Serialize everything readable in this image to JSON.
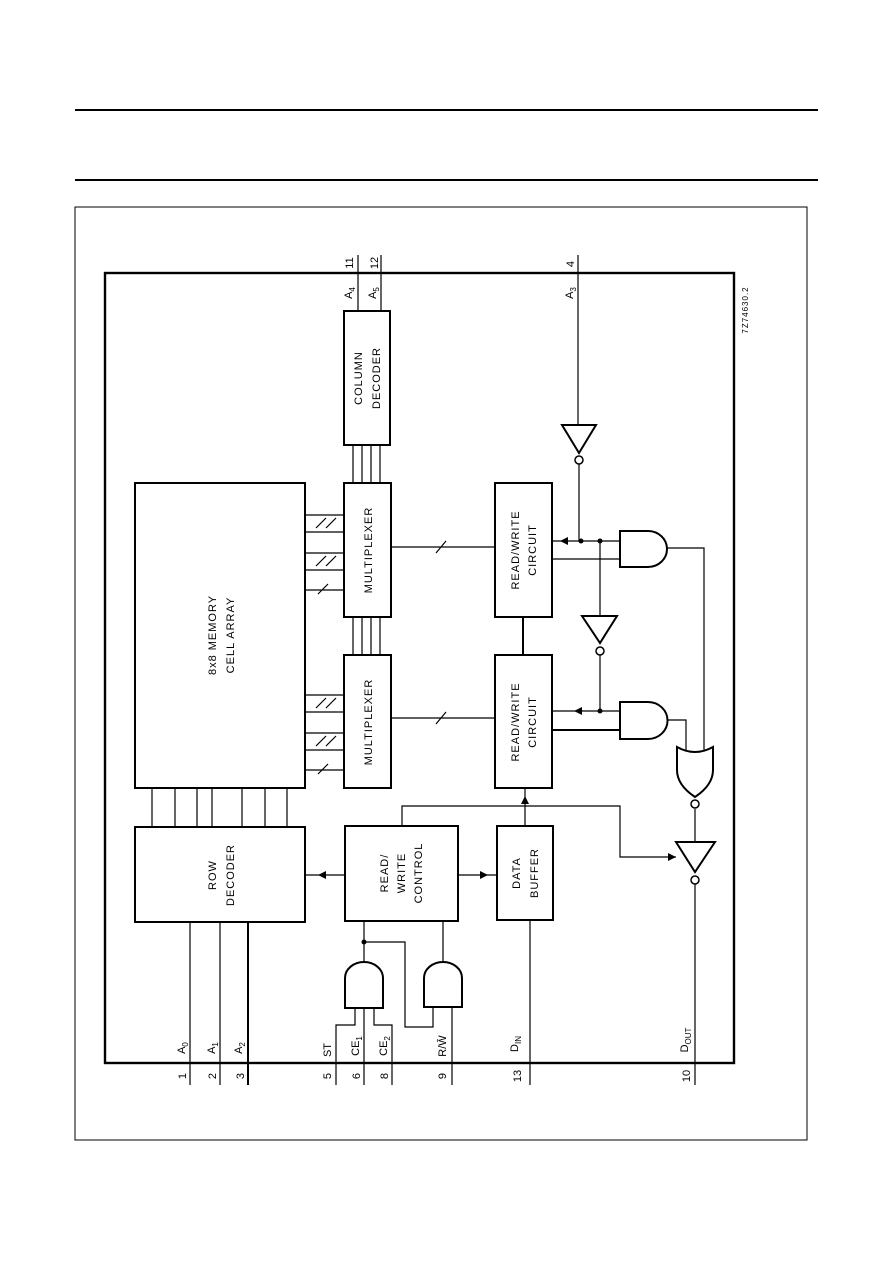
{
  "figure_code": "7Z74630.2",
  "blocks": {
    "memory": [
      "8x8 MEMORY",
      "CELL ARRAY"
    ],
    "row_decoder": [
      "ROW",
      "DECODER"
    ],
    "column_decoder": [
      "COLUMN",
      "DECODER"
    ],
    "multiplexer_top": "MULTIPLEXER",
    "multiplexer_bottom": "MULTIPLEXER",
    "rw_circuit_top": [
      "READ/WRITE",
      "CIRCUIT"
    ],
    "rw_circuit_bottom": [
      "READ/WRITE",
      "CIRCUIT"
    ],
    "rw_control": [
      "READ/",
      "WRITE",
      "CONTROL"
    ],
    "data_buffer": [
      "DATA",
      "BUFFER"
    ]
  },
  "pins": {
    "a0": {
      "num": "1",
      "name": "A",
      "sub": "0"
    },
    "a1": {
      "num": "2",
      "name": "A",
      "sub": "1"
    },
    "a2": {
      "num": "3",
      "name": "A",
      "sub": "2"
    },
    "st": {
      "num": "5",
      "name": "ST",
      "sub": ""
    },
    "ce1": {
      "num": "6",
      "name": "CE",
      "sub": "1"
    },
    "ce2": {
      "num": "8",
      "name": "CE",
      "sub": "2"
    },
    "rw": {
      "num": "9",
      "name": "R/W̄",
      "sub": ""
    },
    "din": {
      "num": "13",
      "name": "D",
      "sub": "IN"
    },
    "dout": {
      "num": "10",
      "name": "D",
      "sub": "OUT"
    },
    "a4": {
      "num": "11",
      "name": "A",
      "sub": "4"
    },
    "a5": {
      "num": "12",
      "name": "A",
      "sub": "5"
    },
    "a3": {
      "num": "4",
      "name": "A",
      "sub": "3"
    }
  }
}
